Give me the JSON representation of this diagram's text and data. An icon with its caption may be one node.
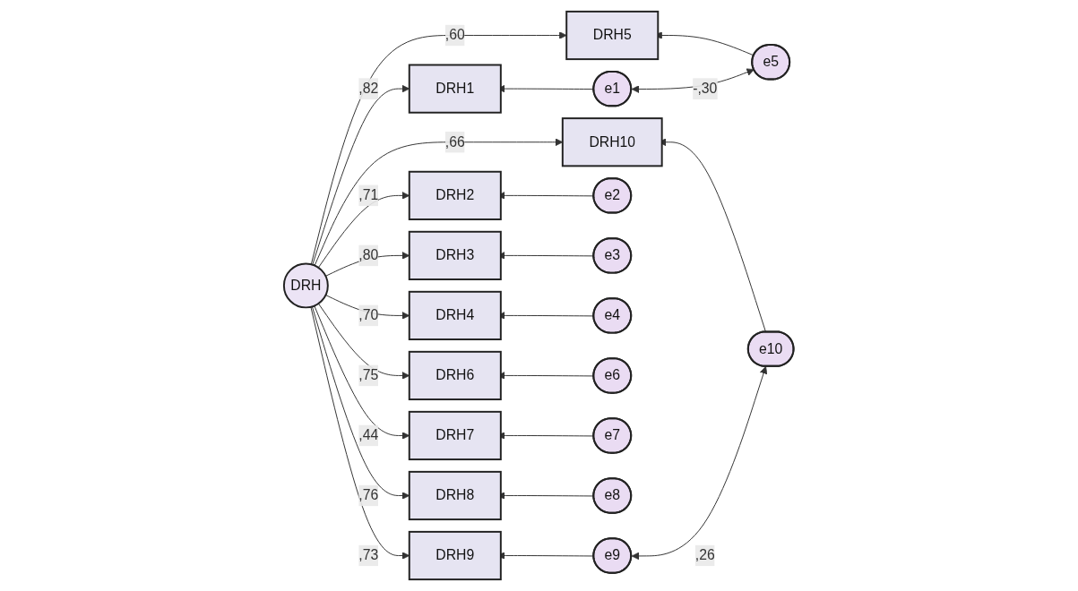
{
  "diagram": {
    "nodes": [
      {
        "text": [
          "DRH"
        ]
      },
      {
        "text": [
          "DRH1"
        ]
      },
      {
        "text": [
          "DRH2"
        ]
      },
      {
        "text": [
          "DRH3"
        ]
      },
      {
        "text": [
          "DRH4"
        ]
      },
      {
        "text": [
          "DRH5"
        ]
      },
      {
        "text": [
          "DRH6"
        ]
      },
      {
        "text": [
          "DRH7"
        ]
      },
      {
        "text": [
          "DRH8"
        ]
      },
      {
        "text": [
          "DRH9"
        ]
      },
      {
        "text": [
          "DRH10"
        ]
      },
      {
        "text": [
          "e1"
        ]
      },
      {
        "text": [
          "e2"
        ]
      },
      {
        "text": [
          "e3"
        ]
      },
      {
        "text": [
          "e4"
        ]
      },
      {
        "text": [
          "e5"
        ]
      },
      {
        "text": [
          "e6"
        ]
      },
      {
        "text": [
          "e7"
        ]
      },
      {
        "text": [
          "e8"
        ]
      },
      {
        "text": [
          "e9"
        ]
      },
      {
        "text": [
          "e10"
        ]
      }
    ],
    "edges": [
      {
        "from": 0,
        "to": 1,
        "arrow": "to",
        "label": ",82"
      },
      {
        "from": 0,
        "to": 2,
        "arrow": "to",
        "label": ",71"
      },
      {
        "from": 0,
        "to": 3,
        "arrow": "to",
        "label": ",80"
      },
      {
        "from": 0,
        "to": 4,
        "arrow": "to",
        "label": ",70"
      },
      {
        "from": 0,
        "to": 5,
        "arrow": "to",
        "label": ",60"
      },
      {
        "from": 0,
        "to": 6,
        "arrow": "to",
        "label": ",75"
      },
      {
        "from": 0,
        "to": 7,
        "arrow": "to",
        "label": ",44"
      },
      {
        "from": 0,
        "to": 8,
        "arrow": "to",
        "label": ",76"
      },
      {
        "from": 0,
        "to": 9,
        "arrow": "to",
        "label": ",73"
      },
      {
        "from": 0,
        "to": 10,
        "arrow": "to",
        "label": ",66"
      },
      {
        "from": 11,
        "to": 1,
        "arrow": "to"
      },
      {
        "from": 12,
        "to": 2,
        "arrow": "to"
      },
      {
        "from": 13,
        "to": 3,
        "arrow": "to"
      },
      {
        "from": 14,
        "to": 4,
        "arrow": "to"
      },
      {
        "from": 15,
        "to": 5,
        "arrow": "to"
      },
      {
        "from": 16,
        "to": 6,
        "arrow": "to"
      },
      {
        "from": 17,
        "to": 7,
        "arrow": "to"
      },
      {
        "from": 18,
        "to": 8,
        "arrow": "to"
      },
      {
        "from": 19,
        "to": 9,
        "arrow": "to"
      },
      {
        "from": 20,
        "to": 10,
        "arrow": "to"
      },
      {
        "from": 11,
        "to": 15,
        "arrow": "both",
        "label": "-,30"
      },
      {
        "from": 19,
        "to": 20,
        "arrow": "both",
        "label": ",26"
      }
    ]
  }
}
